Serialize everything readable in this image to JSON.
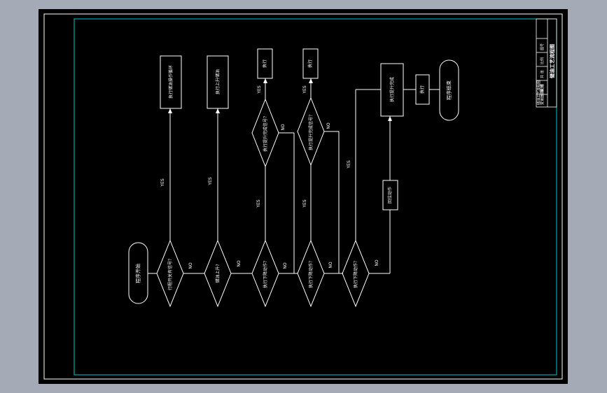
{
  "colors": {
    "viewport_background": "#a5abb6",
    "paper": "#000000",
    "outer_border": "#ffffff",
    "inner_border": "#00c8c8",
    "lines": "#ffffff"
  },
  "flowchart": {
    "start": "程序开始",
    "end": "程序结束",
    "decisions": {
      "d1": "行程开关有信号？",
      "d2": "储油上升?",
      "d3": "执行下降动作？",
      "d3b": "执行提升完成信号？",
      "d4": "执行下降动作？",
      "d4b": "执行提升完成信号？",
      "d5": "执行下降动作？"
    },
    "processes": {
      "p1": "执行储油操作循环",
      "p2": "执行上升储油",
      "p3": "执行",
      "p4": "执行",
      "p5": "回位动作",
      "p6": "执行提升完成",
      "p7": "执行"
    },
    "labels": {
      "yes": "YES",
      "no": "NO"
    }
  },
  "title_block": {
    "rows": [
      "变速器装配线",
      "储油工艺流程图",
      "图号",
      "比例",
      "共 张",
      "第 张"
    ],
    "main_title": "储油工艺流程图"
  }
}
